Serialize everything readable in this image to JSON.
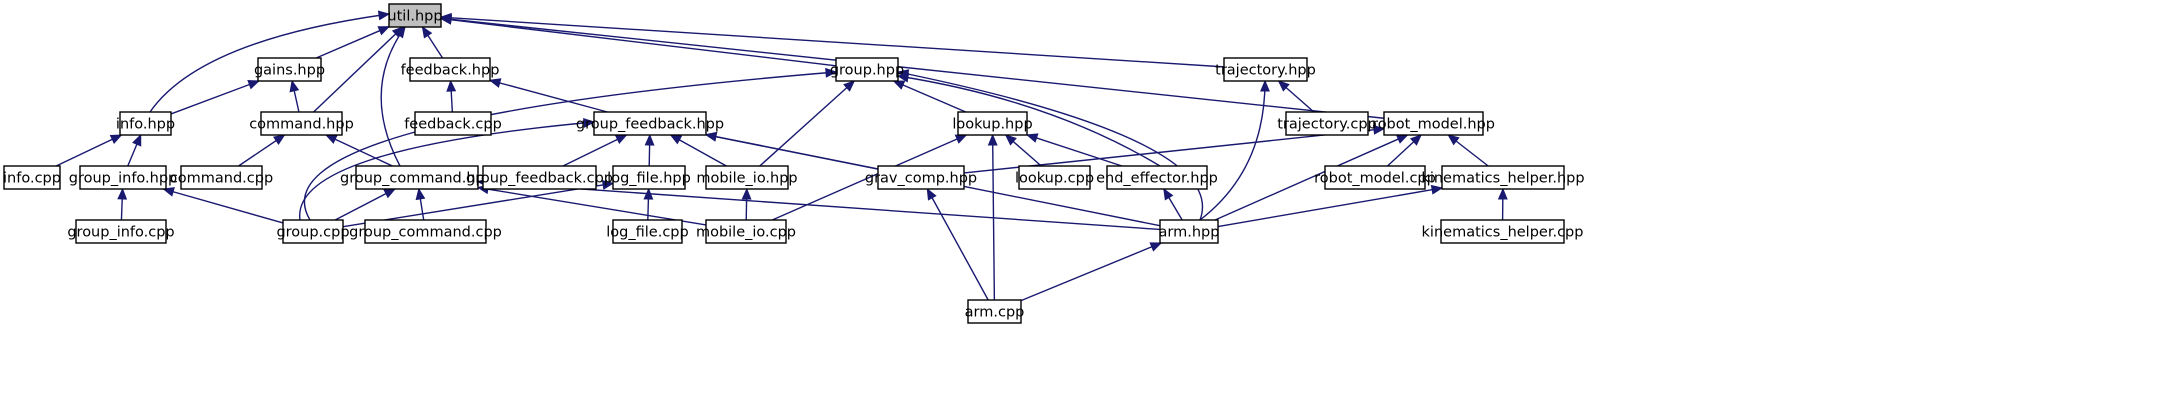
{
  "diagram": {
    "title": "",
    "colors": {
      "edge": "#191970",
      "root_fill": "#bfbfbf",
      "node_fill": "#ffffff",
      "border": "#000000"
    },
    "nodes": [
      {
        "id": "util_hpp",
        "label": "util.hpp",
        "root": true
      },
      {
        "id": "gains_hpp",
        "label": "gains.hpp"
      },
      {
        "id": "feedback_hpp",
        "label": "feedback.hpp"
      },
      {
        "id": "group_hpp",
        "label": "group.hpp"
      },
      {
        "id": "trajectory_hpp",
        "label": "trajectory.hpp"
      },
      {
        "id": "info_hpp",
        "label": "info.hpp"
      },
      {
        "id": "command_hpp",
        "label": "command.hpp"
      },
      {
        "id": "feedback_cpp",
        "label": "feedback.cpp"
      },
      {
        "id": "group_feedback_hpp",
        "label": "group_feedback.hpp"
      },
      {
        "id": "lookup_hpp",
        "label": "lookup.hpp"
      },
      {
        "id": "trajectory_cpp",
        "label": "trajectory.cpp"
      },
      {
        "id": "robot_model_hpp",
        "label": "robot_model.hpp"
      },
      {
        "id": "info_cpp",
        "label": "info.cpp"
      },
      {
        "id": "group_info_hpp",
        "label": "group_info.hpp"
      },
      {
        "id": "command_cpp",
        "label": "command.cpp"
      },
      {
        "id": "group_command_hpp",
        "label": "group_command.hpp"
      },
      {
        "id": "group_feedback_cpp",
        "label": "group_feedback.cpp"
      },
      {
        "id": "log_file_hpp",
        "label": "log_file.hpp"
      },
      {
        "id": "mobile_io_hpp",
        "label": "mobile_io.hpp"
      },
      {
        "id": "grav_comp_hpp",
        "label": "grav_comp.hpp"
      },
      {
        "id": "lookup_cpp",
        "label": "lookup.cpp"
      },
      {
        "id": "end_effector_hpp",
        "label": "end_effector.hpp"
      },
      {
        "id": "robot_model_cpp",
        "label": "robot_model.cpp"
      },
      {
        "id": "kinematics_helper_hpp",
        "label": "kinematics_helper.hpp"
      },
      {
        "id": "group_info_cpp",
        "label": "group_info.cpp"
      },
      {
        "id": "group_cpp",
        "label": "group.cpp"
      },
      {
        "id": "group_command_cpp",
        "label": "group_command.cpp"
      },
      {
        "id": "log_file_cpp",
        "label": "log_file.cpp"
      },
      {
        "id": "mobile_io_cpp",
        "label": "mobile_io.cpp"
      },
      {
        "id": "arm_hpp",
        "label": "arm.hpp"
      },
      {
        "id": "kinematics_helper_cpp",
        "label": "kinematics_helper.cpp"
      },
      {
        "id": "arm_cpp",
        "label": "arm.cpp"
      }
    ],
    "edges": [
      [
        "gains_hpp",
        "util_hpp"
      ],
      [
        "feedback_hpp",
        "util_hpp"
      ],
      [
        "group_hpp",
        "util_hpp"
      ],
      [
        "trajectory_hpp",
        "util_hpp"
      ],
      [
        "info_hpp",
        "util_hpp"
      ],
      [
        "command_hpp",
        "util_hpp"
      ],
      [
        "robot_model_hpp",
        "util_hpp"
      ],
      [
        "group_command_hpp",
        "util_hpp"
      ],
      [
        "info_hpp",
        "gains_hpp"
      ],
      [
        "command_hpp",
        "gains_hpp"
      ],
      [
        "feedback_cpp",
        "feedback_hpp"
      ],
      [
        "group_feedback_hpp",
        "feedback_hpp"
      ],
      [
        "lookup_hpp",
        "group_hpp"
      ],
      [
        "group_cpp",
        "group_hpp"
      ],
      [
        "mobile_io_hpp",
        "group_hpp"
      ],
      [
        "end_effector_hpp",
        "group_hpp"
      ],
      [
        "arm_hpp",
        "group_hpp"
      ],
      [
        "trajectory_cpp",
        "trajectory_hpp"
      ],
      [
        "arm_hpp",
        "trajectory_hpp"
      ],
      [
        "info_cpp",
        "info_hpp"
      ],
      [
        "group_info_hpp",
        "info_hpp"
      ],
      [
        "command_cpp",
        "command_hpp"
      ],
      [
        "group_command_hpp",
        "command_hpp"
      ],
      [
        "group_feedback_cpp",
        "group_feedback_hpp"
      ],
      [
        "log_file_hpp",
        "group_feedback_hpp"
      ],
      [
        "mobile_io_hpp",
        "group_feedback_hpp"
      ],
      [
        "grav_comp_hpp",
        "group_feedback_hpp"
      ],
      [
        "group_cpp",
        "group_feedback_hpp"
      ],
      [
        "arm_hpp",
        "group_feedback_hpp"
      ],
      [
        "lookup_cpp",
        "lookup_hpp"
      ],
      [
        "end_effector_hpp",
        "lookup_hpp"
      ],
      [
        "arm_cpp",
        "lookup_hpp"
      ],
      [
        "mobile_io_cpp",
        "lookup_hpp"
      ],
      [
        "grav_comp_hpp",
        "robot_model_hpp"
      ],
      [
        "robot_model_cpp",
        "robot_model_hpp"
      ],
      [
        "kinematics_helper_hpp",
        "robot_model_hpp"
      ],
      [
        "arm_hpp",
        "robot_model_hpp"
      ],
      [
        "group_info_cpp",
        "group_info_hpp"
      ],
      [
        "group_cpp",
        "group_info_hpp"
      ],
      [
        "group_cpp",
        "group_command_hpp"
      ],
      [
        "group_command_cpp",
        "group_command_hpp"
      ],
      [
        "mobile_io_cpp",
        "group_command_hpp"
      ],
      [
        "arm_hpp",
        "group_command_hpp"
      ],
      [
        "group_cpp",
        "log_file_hpp"
      ],
      [
        "log_file_cpp",
        "log_file_hpp"
      ],
      [
        "mobile_io_cpp",
        "mobile_io_hpp"
      ],
      [
        "arm_cpp",
        "grav_comp_hpp"
      ],
      [
        "arm_hpp",
        "end_effector_hpp"
      ],
      [
        "arm_hpp",
        "kinematics_helper_hpp"
      ],
      [
        "kinematics_helper_cpp",
        "kinematics_helper_hpp"
      ],
      [
        "arm_cpp",
        "arm_hpp"
      ]
    ]
  }
}
